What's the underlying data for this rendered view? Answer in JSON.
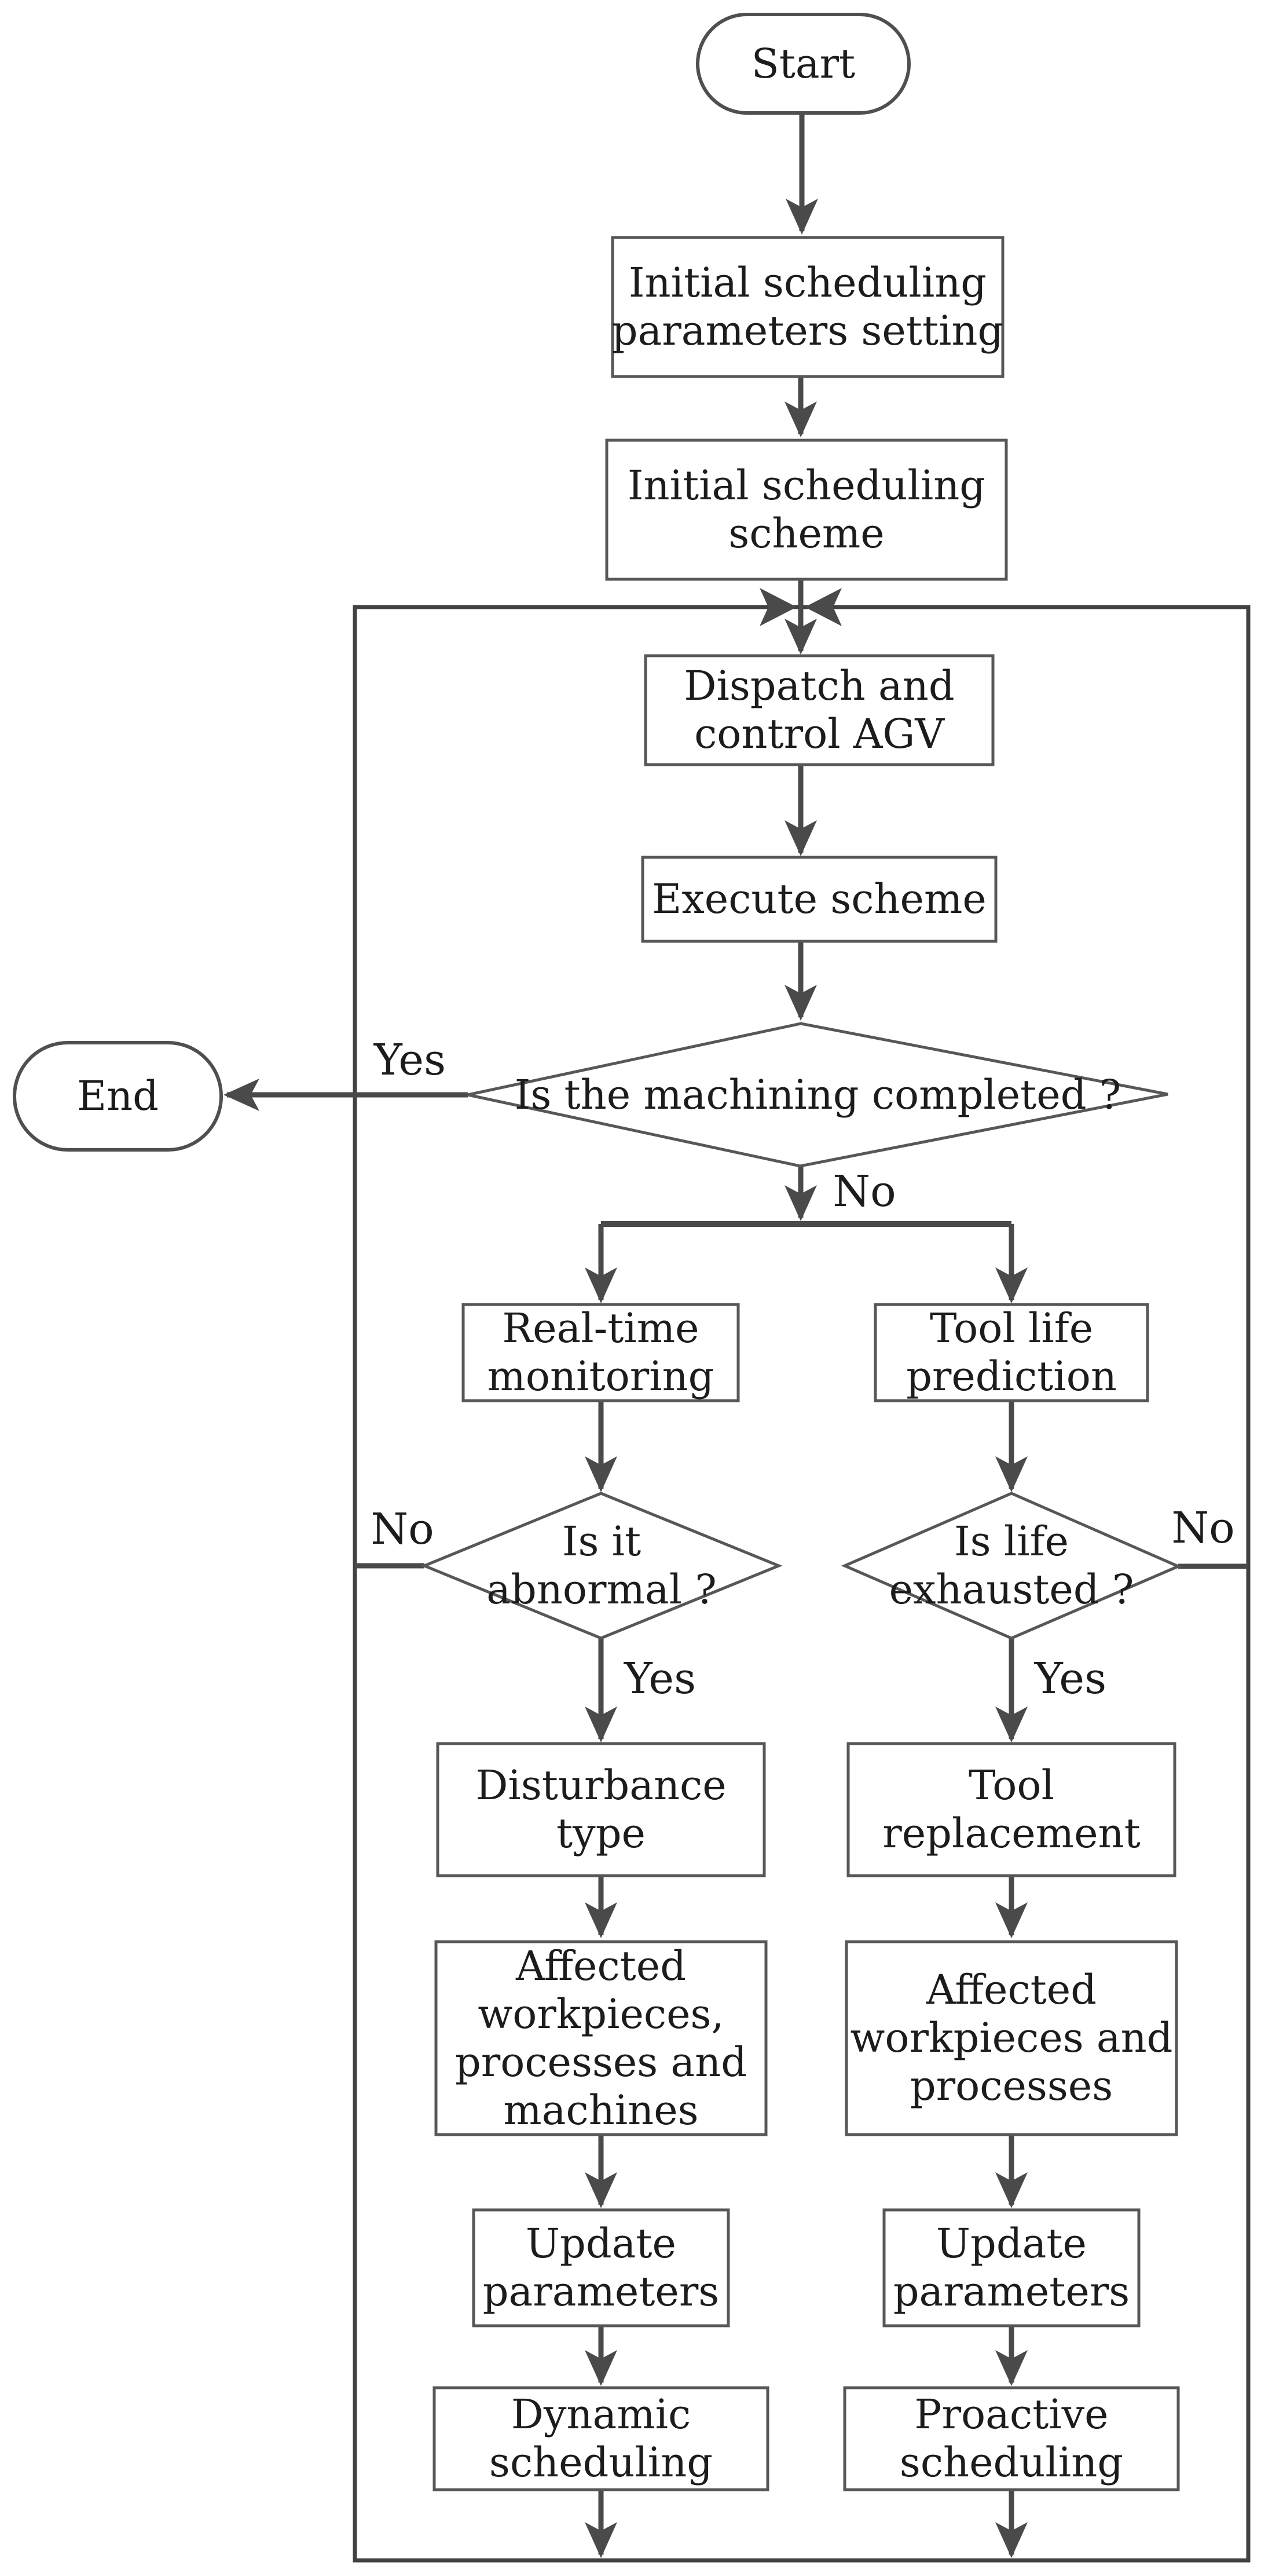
{
  "figure": {
    "kind": "flowchart",
    "background_color": "#ffffff",
    "line_color": "#4a4a4a",
    "shape_border_color": "#575757",
    "text_color": "#1c1c1c"
  },
  "nodes": {
    "start": {
      "shape": "terminator",
      "lines": [
        "Start"
      ]
    },
    "init_params": {
      "shape": "process",
      "lines": [
        "Initial scheduling",
        "parameters setting"
      ]
    },
    "init_scheme": {
      "shape": "process",
      "lines": [
        "Initial scheduling",
        "scheme"
      ]
    },
    "dispatch": {
      "shape": "process",
      "lines": [
        "Dispatch and",
        "control AGV"
      ]
    },
    "execute": {
      "shape": "process",
      "lines": [
        "Execute scheme"
      ]
    },
    "machining_completed": {
      "shape": "decision",
      "lines": [
        "Is the machining completed ?"
      ]
    },
    "end": {
      "shape": "terminator",
      "lines": [
        "End"
      ]
    },
    "realtime_monitoring": {
      "shape": "process",
      "lines": [
        "Real-time",
        "monitoring"
      ]
    },
    "tool_life_prediction": {
      "shape": "process",
      "lines": [
        "Tool life",
        "prediction"
      ]
    },
    "is_abnormal": {
      "shape": "decision",
      "lines": [
        "Is it",
        "abnormal ?"
      ]
    },
    "is_life_exhausted": {
      "shape": "decision",
      "lines": [
        "Is life",
        "exhausted ?"
      ]
    },
    "disturbance_type": {
      "shape": "process",
      "lines": [
        "Disturbance",
        "type"
      ]
    },
    "tool_replacement": {
      "shape": "process",
      "lines": [
        "Tool",
        "replacement"
      ]
    },
    "affected_workpieces_processes_machines": {
      "shape": "process",
      "lines": [
        "Affected",
        "workpieces,",
        "processes and",
        "machines"
      ]
    },
    "affected_workpieces_processes": {
      "shape": "process",
      "lines": [
        "Affected",
        "workpieces and",
        "processes"
      ]
    },
    "update_parameters_left": {
      "shape": "process",
      "lines": [
        "Update",
        "parameters"
      ]
    },
    "update_parameters_right": {
      "shape": "process",
      "lines": [
        "Update",
        "parameters"
      ]
    },
    "dynamic_scheduling": {
      "shape": "process",
      "lines": [
        "Dynamic",
        "scheduling"
      ]
    },
    "proactive_scheduling": {
      "shape": "process",
      "lines": [
        "Proactive",
        "scheduling"
      ]
    }
  },
  "edge_labels": {
    "machining_yes": "Yes",
    "machining_no": "No",
    "abnormal_no": "No",
    "abnormal_yes": "Yes",
    "exhausted_no": "No",
    "exhausted_yes": "Yes"
  }
}
